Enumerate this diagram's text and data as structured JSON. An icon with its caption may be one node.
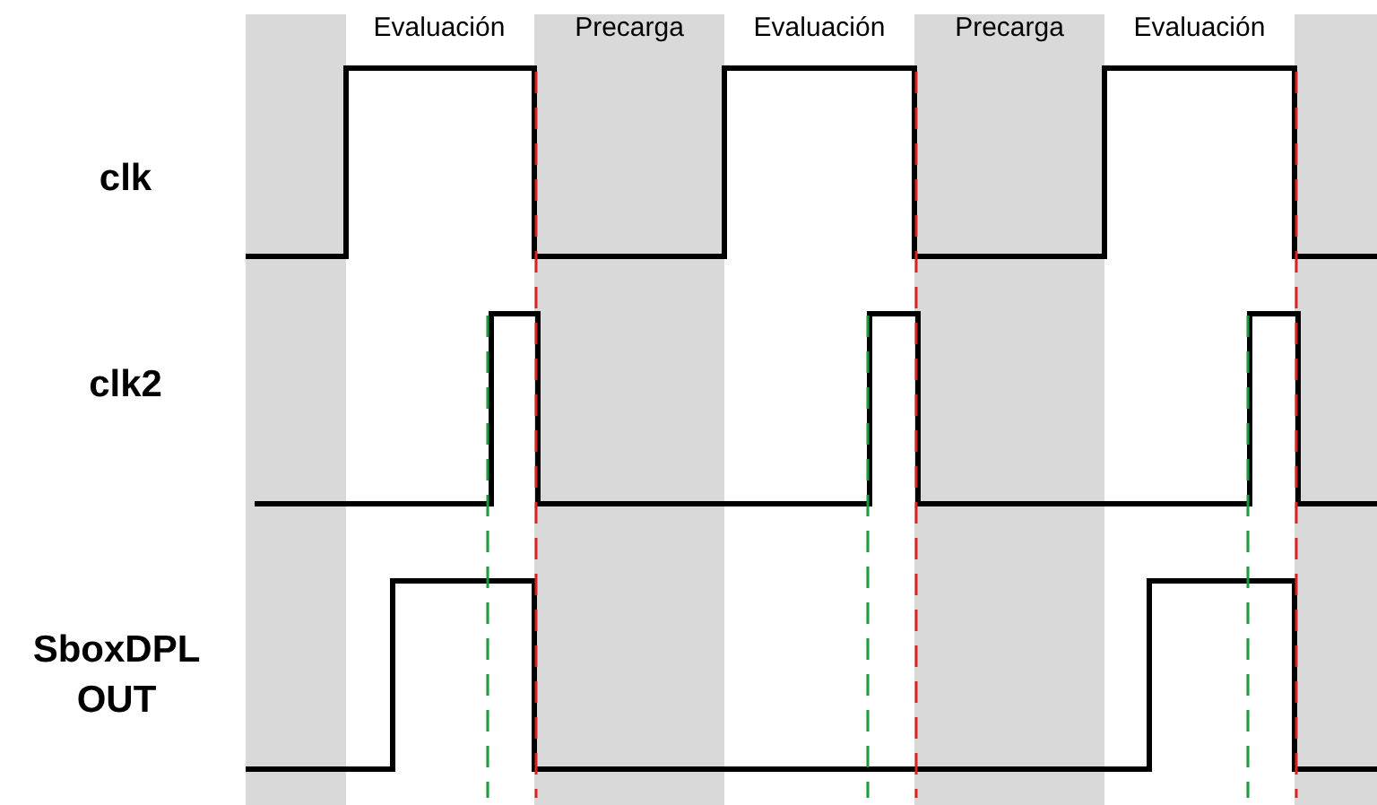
{
  "diagram": {
    "labels": [
      "Evaluación",
      "Precarga",
      "Evaluación",
      "Precarga",
      "Evaluación",
      "clk",
      "clk2",
      "SboxDPL OUT"
    ]
  }
}
